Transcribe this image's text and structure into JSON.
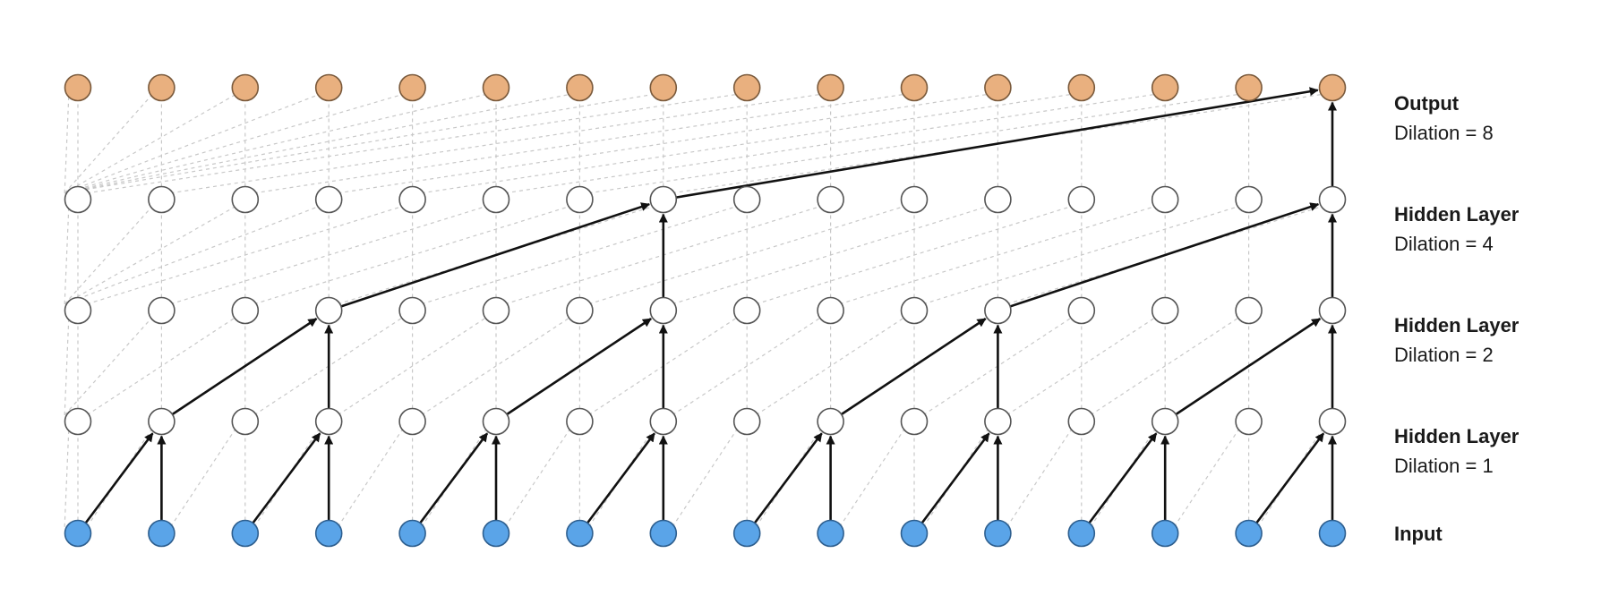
{
  "diagram": {
    "columns": 16,
    "layers": [
      {
        "id": "output",
        "title": "Output",
        "subtitle": "Dilation = 8",
        "fill": "#e9b07f",
        "stroke": "#7a5a3c"
      },
      {
        "id": "hidden3",
        "title": "Hidden Layer",
        "subtitle": "Dilation = 4",
        "fill": "#ffffff",
        "stroke": "#555555"
      },
      {
        "id": "hidden2",
        "title": "Hidden Layer",
        "subtitle": "Dilation = 2",
        "fill": "#ffffff",
        "stroke": "#555555"
      },
      {
        "id": "hidden1",
        "title": "Hidden Layer",
        "subtitle": "Dilation = 1",
        "fill": "#ffffff",
        "stroke": "#555555"
      },
      {
        "id": "input",
        "title": "Input",
        "subtitle": "",
        "fill": "#5aa4e8",
        "stroke": "#2e5f8f"
      }
    ],
    "dilations_bottom_up": [
      1,
      2,
      4,
      8
    ],
    "colors": {
      "arrow": "#111111",
      "dashed": "#c8c8c8",
      "text": "#1a1a1a"
    }
  }
}
